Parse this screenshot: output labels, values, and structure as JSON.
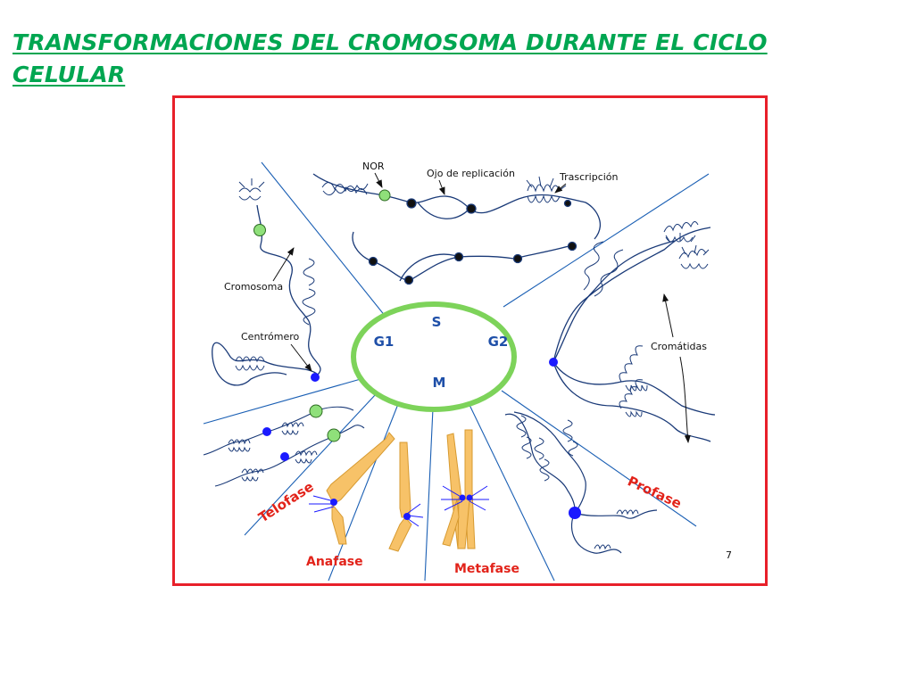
{
  "slide": {
    "title_line1": "TRANSFORMACIONES DEL CROMOSOMA DURANTE EL CICLO",
    "title_line2": "CELULAR",
    "page_number": "7"
  },
  "cycle": {
    "phase_s": "S",
    "phase_g1": "G1",
    "phase_g2": "G2",
    "phase_m": "M"
  },
  "labels": {
    "nor": "NOR",
    "replication_eye": "Ojo de replicación",
    "transcription": "Trascripción",
    "chromosome": "Cromosoma",
    "centromere": "Centrómero",
    "chromatids": "Cromátidas"
  },
  "phases": {
    "telophase": "Telofase",
    "anaphase": "Anafase",
    "metaphase": "Metafase",
    "prophase": "Profase"
  },
  "colors": {
    "title": "#00a651",
    "frame": "#e8202a",
    "phase_label": "#e2231a",
    "cycle_ring": "#7dd35a",
    "centromere": "#1a1aff",
    "nor": "#8fe07a",
    "chromosome_fill": "#f7c268",
    "line": "#1a5fb4"
  }
}
